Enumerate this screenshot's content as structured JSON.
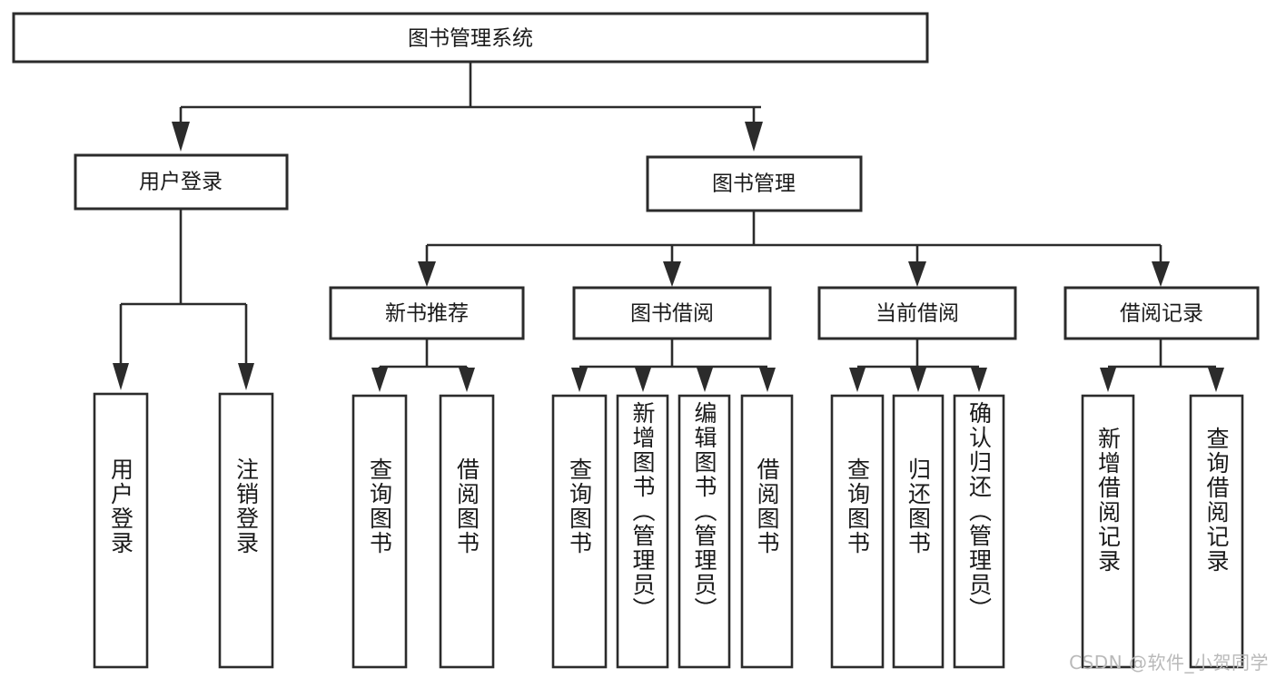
{
  "diagram": {
    "type": "tree-hierarchy",
    "title": "图书管理系统",
    "orientation": "top-down",
    "colors": {
      "box_stroke": "#2b2b2b",
      "box_fill": "#ffffff",
      "text": "#1a1a1a",
      "background": "#ffffff",
      "watermark": "#b9b9b9"
    },
    "root": {
      "label": "图书管理系统",
      "children": [
        {
          "label": "用户登录",
          "children": [
            {
              "label": "用户登录"
            },
            {
              "label": "注销登录"
            }
          ]
        },
        {
          "label": "图书管理",
          "children": [
            {
              "label": "新书推荐",
              "children": [
                {
                  "label": "查询图书"
                },
                {
                  "label": "借阅图书"
                }
              ]
            },
            {
              "label": "图书借阅",
              "children": [
                {
                  "label": "查询图书"
                },
                {
                  "label": "新增图书（管理员）"
                },
                {
                  "label": "编辑图书（管理员）"
                },
                {
                  "label": "借阅图书"
                }
              ]
            },
            {
              "label": "当前借阅",
              "children": [
                {
                  "label": "查询图书"
                },
                {
                  "label": "归还图书"
                },
                {
                  "label": "确认归还（管理员）"
                }
              ]
            },
            {
              "label": "借阅记录",
              "children": [
                {
                  "label": "新增借阅记录"
                },
                {
                  "label": "查询借阅记录"
                }
              ]
            }
          ]
        }
      ]
    },
    "nodes": {
      "root": "图书管理系统",
      "user_login": "用户登录",
      "book_manage": "图书管理",
      "new_book_rec": "新书推荐",
      "book_borrow": "图书借阅",
      "current_borrow": "当前借阅",
      "borrow_record": "借阅记录",
      "leaf_user_login": "用户登录",
      "leaf_logout": "注销登录",
      "leaf_nb_query": "查询图书",
      "leaf_nb_borrow": "借阅图书",
      "leaf_bb_query": "查询图书",
      "leaf_bb_add": "新增图书（管理员）",
      "leaf_bb_edit": "编辑图书（管理员）",
      "leaf_bb_borrow": "借阅图书",
      "leaf_cb_query": "查询图书",
      "leaf_cb_return": "归还图书",
      "leaf_cb_confirm": "确认归还（管理员）",
      "leaf_br_add": "新增借阅记录",
      "leaf_br_query": "查询借阅记录"
    },
    "watermark": "CSDN @软件_小贺同学"
  }
}
